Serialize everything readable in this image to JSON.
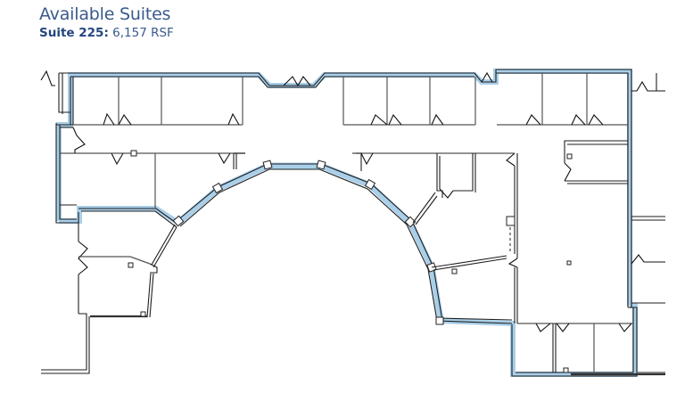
{
  "header": {
    "title": "Available Suites",
    "suite_label": "Suite 225:",
    "suite_area": "6,157 RSF"
  },
  "floor_plan": {
    "suite": "Suite 225",
    "area_rsf": "6,157",
    "highlight_color": "#a9cfe9",
    "wall_color": "#1e1e1e",
    "title_color": "#3a5a8c"
  }
}
